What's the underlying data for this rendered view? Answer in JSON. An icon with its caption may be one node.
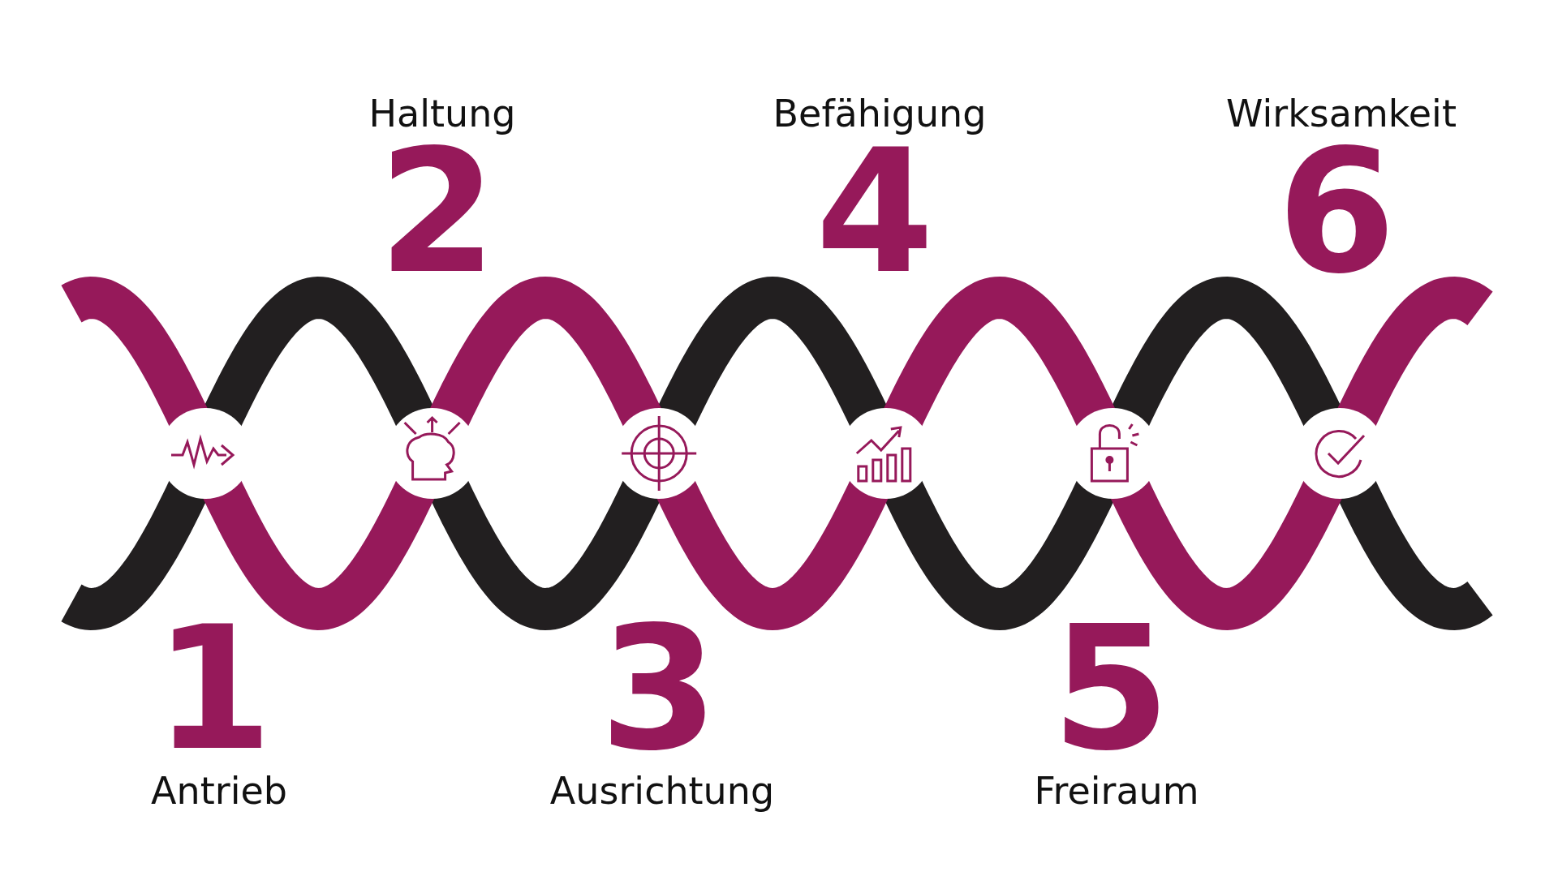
{
  "diagram": {
    "labels": [
      "2",
      "Haltung",
      "4",
      "Befähigung",
      "6",
      "Wirksamkeit",
      "1",
      "Antrieb",
      "3",
      "Ausrichtung",
      "5",
      "Freiraum"
    ]
  }
}
